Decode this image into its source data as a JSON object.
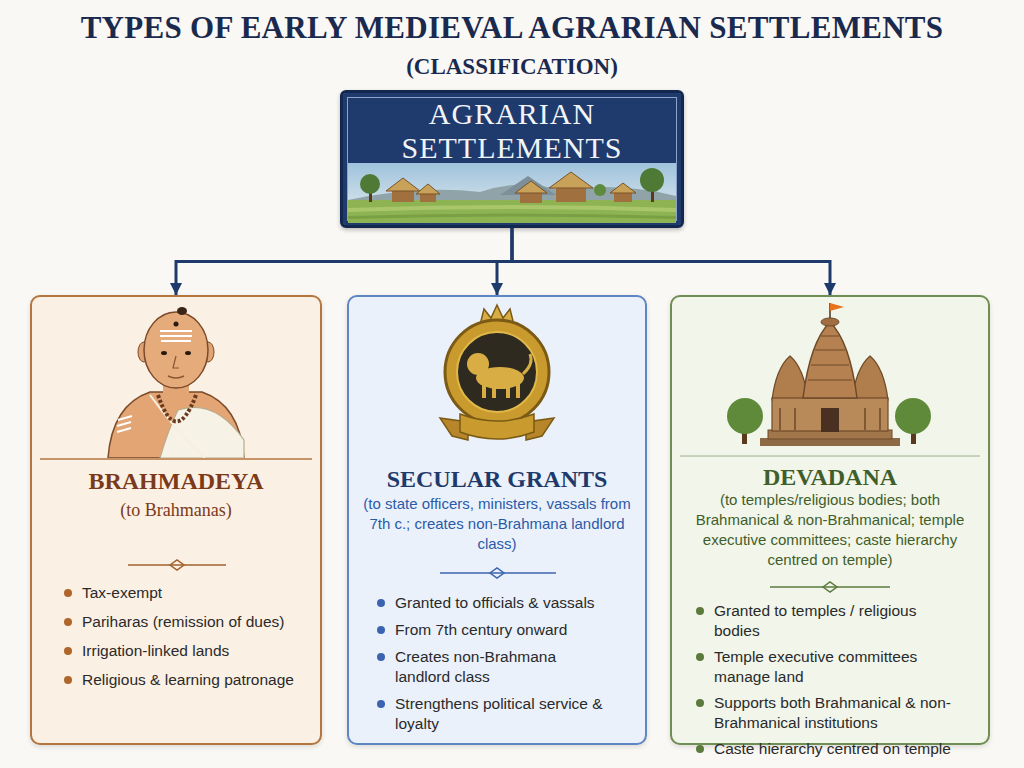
{
  "diagram": {
    "title": "TYPES OF EARLY MEDIEVAL AGRARIAN SETTLEMENTS",
    "nodes": [
      {
        "text": [
          "AGRARIAN SETTLEMENTS"
        ]
      },
      {
        "text": [
          "BRAHMADEYA",
          "(to Brahmanas)",
          "Tax-exempt",
          "Pariharas (remission of dues)",
          "Irrigation-linked lands",
          "Religious & learning patronage"
        ]
      },
      {
        "text": [
          "SECULAR GRANTS",
          "(to state officers, ministers, vassals from 7th c.; creates non-Brahmana landlord class)",
          "Granted to officials & vassals",
          "From 7th century onward",
          "Creates non-Brahmana landlord class",
          "Strengthens political service & loyalty"
        ]
      },
      {
        "text": [
          "DEVADANA",
          "(to temples/religious bodies; both Brahmanical & non-Brahmanical; temple executive committees; caste hierarchy centred on temple)",
          "Granted to temples / religious bodies",
          "Temple executive committees manage land",
          "Supports both Brahmanical & non-Brahmanical institutions",
          "Caste hierarchy centred on temple"
        ]
      }
    ],
    "edges": [
      {
        "from": 0,
        "to": 1,
        "arrow": "to"
      },
      {
        "from": 0,
        "to": 2,
        "arrow": "to"
      },
      {
        "from": 0,
        "to": 3,
        "arrow": "to"
      }
    ],
    "labels": [
      "(CLASSIFICATION)"
    ]
  }
}
